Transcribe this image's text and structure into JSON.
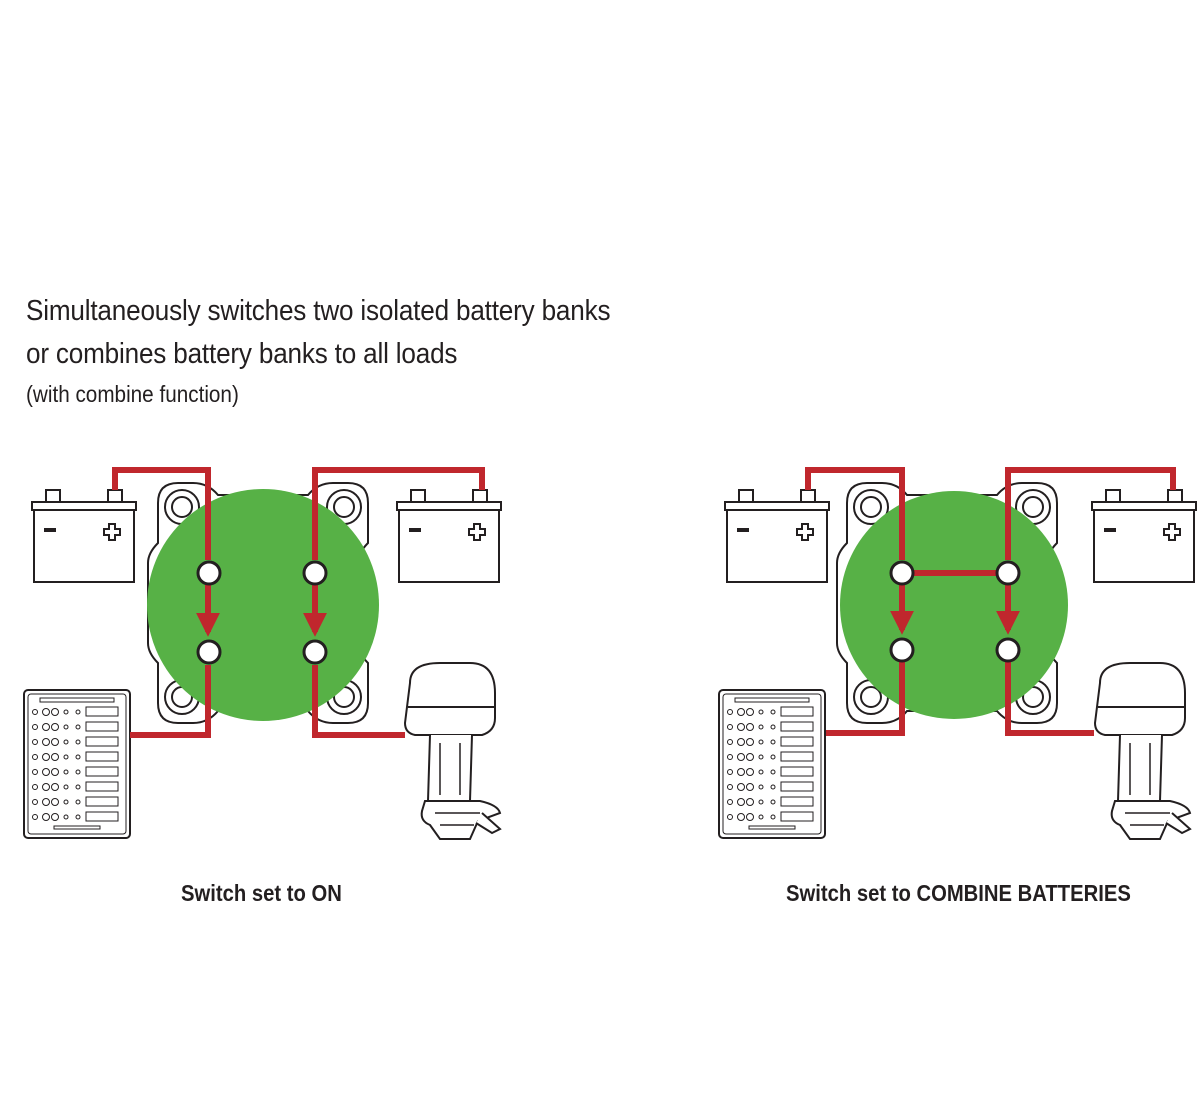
{
  "headline": {
    "line1": "Simultaneously switches two isolated battery banks",
    "line2": "or combines battery banks to all loads",
    "line3": "(with combine function)"
  },
  "diagrams": [
    {
      "caption": "Switch set to ON",
      "combine": false
    },
    {
      "caption": "Switch set to COMBINE BATTERIES",
      "combine": true
    }
  ],
  "colors": {
    "wire": "#c0272d",
    "switch_face": "#57b146",
    "text": "#231f20",
    "outline": "#231f20"
  }
}
